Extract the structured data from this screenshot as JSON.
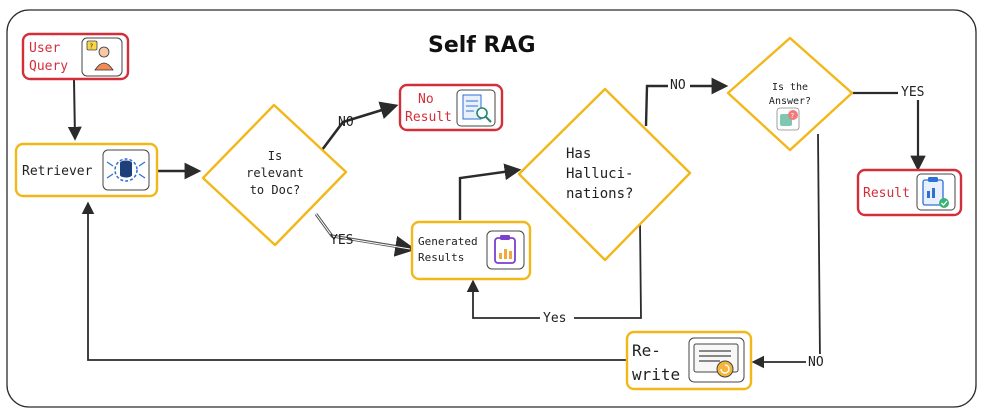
{
  "title": "Self RAG",
  "nodes": {
    "user_query": {
      "line1": "User",
      "line2": "Query"
    },
    "retriever": {
      "label": "Retriever"
    },
    "relevance": {
      "line1": "Is",
      "line2": "relevant",
      "line3": "to Doc?"
    },
    "no_result": {
      "line1": "No",
      "line2": "Result"
    },
    "generated": {
      "line1": "Generated",
      "line2": "Results"
    },
    "hallucinations": {
      "line1": "Has",
      "line2": "Halluci-",
      "line3": "nations?"
    },
    "answer_check": {
      "line1": "Is the",
      "line2": "Answer?"
    },
    "result": {
      "label": "Result"
    },
    "rewrite": {
      "line1": "Re-",
      "line2": "write"
    }
  },
  "edges": {
    "relevance_no": "NO",
    "relevance_yes": "YES",
    "hallucination_no": "NO",
    "hallucination_yes": "Yes",
    "answer_yes": "YES",
    "answer_no": "NO"
  },
  "colors": {
    "red": "#d32f3a",
    "yellow": "#f2b718",
    "ink": "#2b2b2b",
    "blue": "#2f6fd6",
    "purple": "#7b3fd0"
  }
}
